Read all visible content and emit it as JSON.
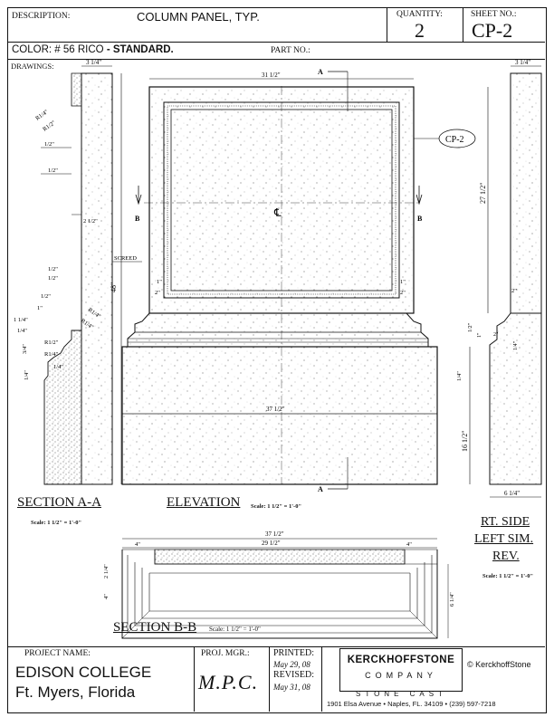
{
  "header": {
    "description_label": "DESCRIPTION:",
    "description_value": "COLUMN PANEL, TYP.",
    "quantity_label": "QUANTITY:",
    "quantity_value": "2",
    "sheet_label": "SHEET NO.:",
    "sheet_value": "CP-2",
    "color_label": "COLOR: # 56 RICO",
    "color_suffix": "- STANDARD.",
    "part_label": "PART NO.:",
    "drawings_label": "DRAWINGS:"
  },
  "section_aa": {
    "title": "SECTION A-A",
    "scale": "Scale: 1 1/2\" = 1'-0\"",
    "dims": {
      "top": "3 1/4\"",
      "r1": "R1/4\"",
      "r2": "R1/2\"",
      "d1": "1/2\"",
      "d2": "1/2\"",
      "d3": "2 1/2\"",
      "screed": "SCREED",
      "height": "48\"",
      "d4": "1/2\"",
      "d5": "1/2\"",
      "d6": "1/2\"",
      "d7": "1\"",
      "d8": "1 1/4\"",
      "d9": "1/4\"",
      "r3": "R1/4\"",
      "r4": "R1/4\"",
      "r5": "R1/2\"",
      "r6": "R1/4\"",
      "d10": "3/4\"",
      "d11": "1/4\"",
      "d12": "1/4\""
    }
  },
  "elevation": {
    "title": "ELEVATION",
    "scale": "Scale: 1 1/2\" = 1'-0\"",
    "width_top": "31 1/2\"",
    "width_base": "37 1/2\"",
    "arrow_a_top": "A",
    "arrow_a_bottom": "A",
    "arrow_b_left": "B",
    "arrow_b_right": "B",
    "centerline": "℄",
    "callout": "CP-2",
    "d_left_1": "1\"",
    "d_left_2": "2\"",
    "d_right_1": "1\"",
    "d_right_2": "2\""
  },
  "right_side": {
    "title1": "RT. SIDE",
    "title2": "LEFT SIM.",
    "title3": "REV.",
    "scale": "Scale: 1 1/2\" = 1'-0\"",
    "top_dim": "3 1/4\"",
    "height_upper": "27 1/2\"",
    "d_2": "2\"",
    "d_1a": "1/2\"",
    "d_1b": "1\"",
    "d_2b": "2\"",
    "d_14": "1/4\"",
    "d_14b": "1/4\"",
    "height_lower": "16 1/2\"",
    "bottom_dim": "6 1/4\""
  },
  "section_bb": {
    "title": "SECTION  B-B",
    "scale": "Scale: 1 1/2\" = 1'-0\"",
    "width_total": "37 1/2\"",
    "width_inner": "29 1/2\"",
    "left_4": "4\"",
    "right_4": "4\"",
    "left_h1": "2 1/4\"",
    "left_h2": "4\"",
    "right_h": "6 1/4\""
  },
  "titleblock": {
    "project_label": "PROJECT NAME:",
    "project_name": "EDISON COLLEGE",
    "project_location": "Ft. Myers, Florida",
    "pm_label": "PROJ. MGR.:",
    "pm_value": "M.P.C.",
    "printed_label": "PRINTED:",
    "printed_value": "May 29, 08",
    "revised_label": "REVISED:",
    "revised_value": "May 31, 08",
    "company_name": "KERCKHOFFSTONE",
    "company_sub": "COMPANY",
    "copyright": "© KerckhoffStone",
    "stone_cast": "STONE CAST",
    "address": "1901 Elsa Avenue • Naples, FL. 34109 • (239) 597-7218"
  }
}
